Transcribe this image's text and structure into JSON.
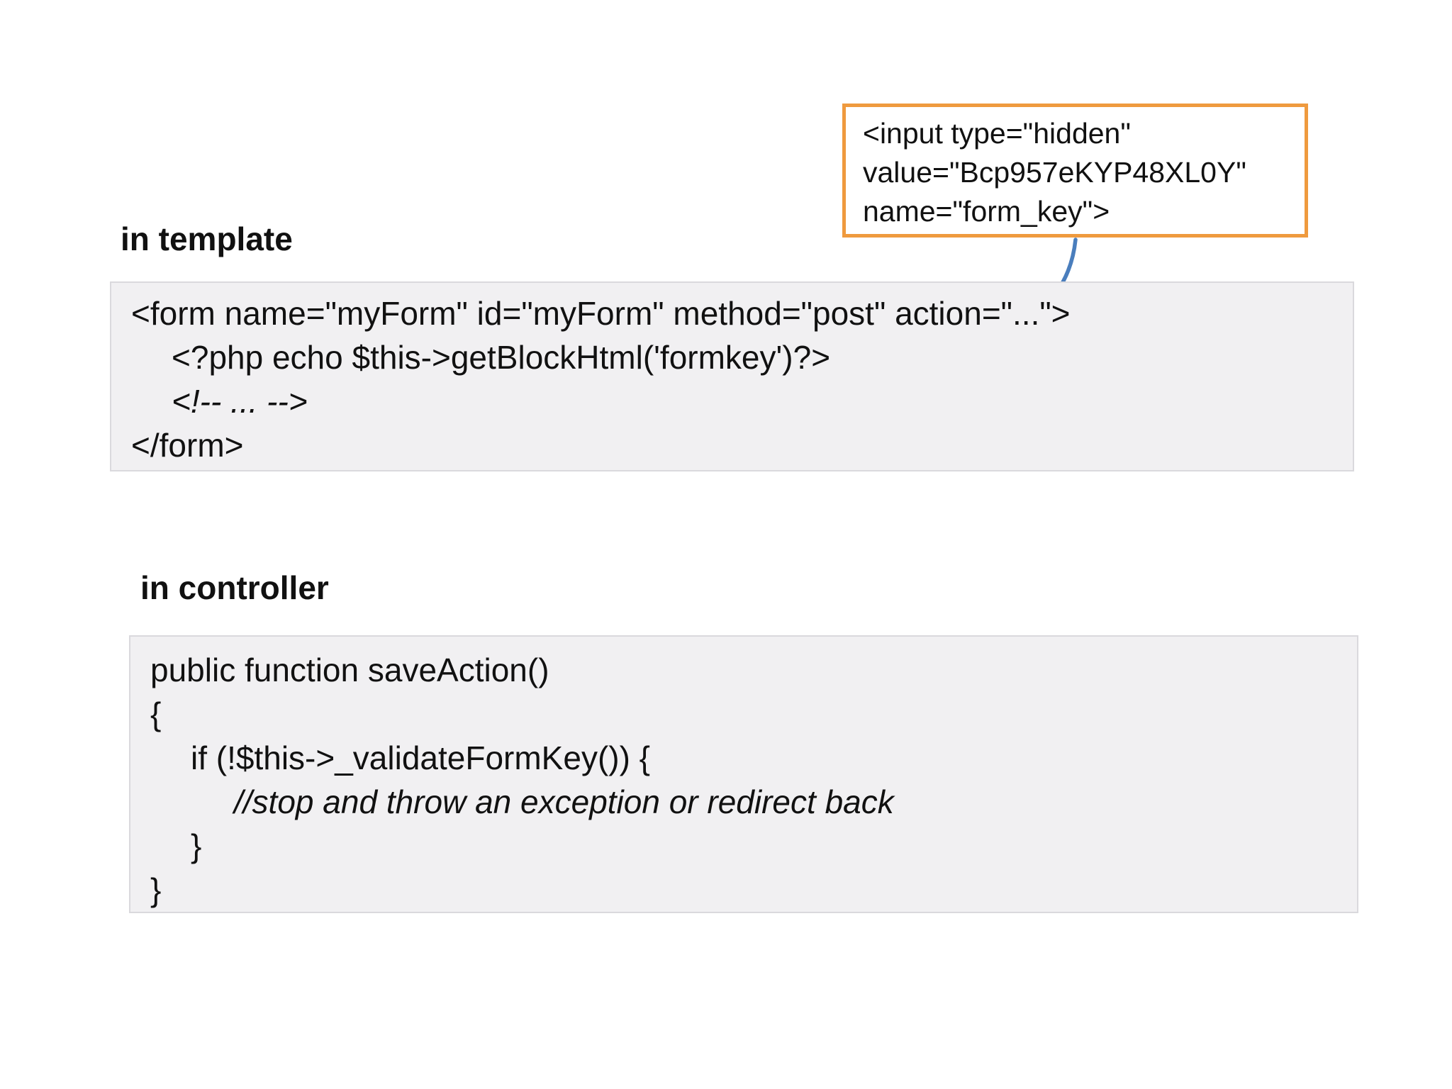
{
  "colors": {
    "background": "#FFFFFF",
    "text": "#111111",
    "codebox-bg": "#F1F0F2",
    "codebox-border": "#DAD9DD",
    "callout-border": "#EF9A3E",
    "arrow": "#4A7EBD"
  },
  "callout": {
    "lines": [
      "<input type=\"hidden\"",
      "value=\"Bcp957eKYP48XL0Y\"",
      "name=\"form_key\">"
    ]
  },
  "arrow": {
    "description": "blue curved arrow from callout box pointing to the formkey echo line"
  },
  "template_section": {
    "label": "in template",
    "code_lines": [
      {
        "text": "<form name=\"myForm\" id=\"myForm\" method=\"post\" action=\"...\">",
        "indent": 0,
        "italic": false
      },
      {
        "text": "<?php echo $this->getBlockHtml('formkey')?>",
        "indent": 1,
        "italic": false
      },
      {
        "text": "<!-- ... -->",
        "indent": 1,
        "italic": true
      },
      {
        "text": "</form>",
        "indent": 0,
        "italic": false
      }
    ]
  },
  "controller_section": {
    "label": "in controller",
    "code_lines": [
      {
        "text": "public function saveAction()",
        "indent": 0,
        "italic": false
      },
      {
        "text": "{",
        "indent": 0,
        "italic": false
      },
      {
        "text": "if (!$this->_validateFormKey()) {",
        "indent": 1,
        "italic": false
      },
      {
        "text": "//stop and throw an exception or redirect back",
        "indent": 2,
        "italic": true
      },
      {
        "text": "}",
        "indent": 1,
        "italic": false
      },
      {
        "text": "}",
        "indent": 0,
        "italic": false
      }
    ]
  }
}
